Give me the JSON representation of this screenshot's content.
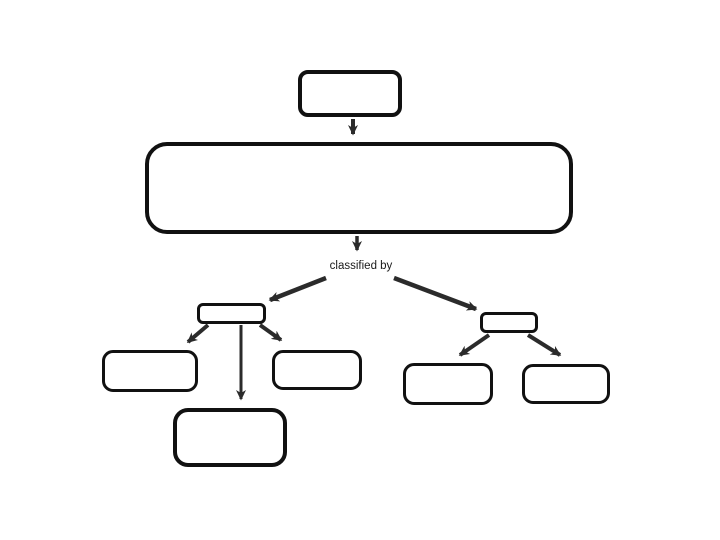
{
  "diagram": {
    "colors": {
      "stroke": "#111111",
      "arrow": "#2b2b2b",
      "background": "#ffffff",
      "node_fill": "#ffffff",
      "label_text": "#1a1a1a"
    },
    "nodes": [
      {
        "id": "top",
        "label": ""
      },
      {
        "id": "main",
        "label": ""
      },
      {
        "id": "classifier-left",
        "label": ""
      },
      {
        "id": "classifier-right",
        "label": ""
      },
      {
        "id": "left-child-1",
        "label": ""
      },
      {
        "id": "left-child-2",
        "label": ""
      },
      {
        "id": "left-child-bottom",
        "label": ""
      },
      {
        "id": "right-child-1",
        "label": ""
      },
      {
        "id": "right-child-2",
        "label": ""
      }
    ],
    "edges": [
      {
        "from": "top",
        "to": "main",
        "label": ""
      },
      {
        "from": "main",
        "to": "classifiers",
        "label": "classified by"
      },
      {
        "from": "classified-by-label",
        "to": "classifier-left",
        "label": ""
      },
      {
        "from": "classified-by-label",
        "to": "classifier-right",
        "label": ""
      },
      {
        "from": "classifier-left",
        "to": "left-child-1",
        "label": ""
      },
      {
        "from": "classifier-left",
        "to": "left-child-bottom",
        "label": ""
      },
      {
        "from": "classifier-left",
        "to": "left-child-2",
        "label": ""
      },
      {
        "from": "classifier-right",
        "to": "right-child-1",
        "label": ""
      },
      {
        "from": "classifier-right",
        "to": "right-child-2",
        "label": ""
      }
    ]
  }
}
